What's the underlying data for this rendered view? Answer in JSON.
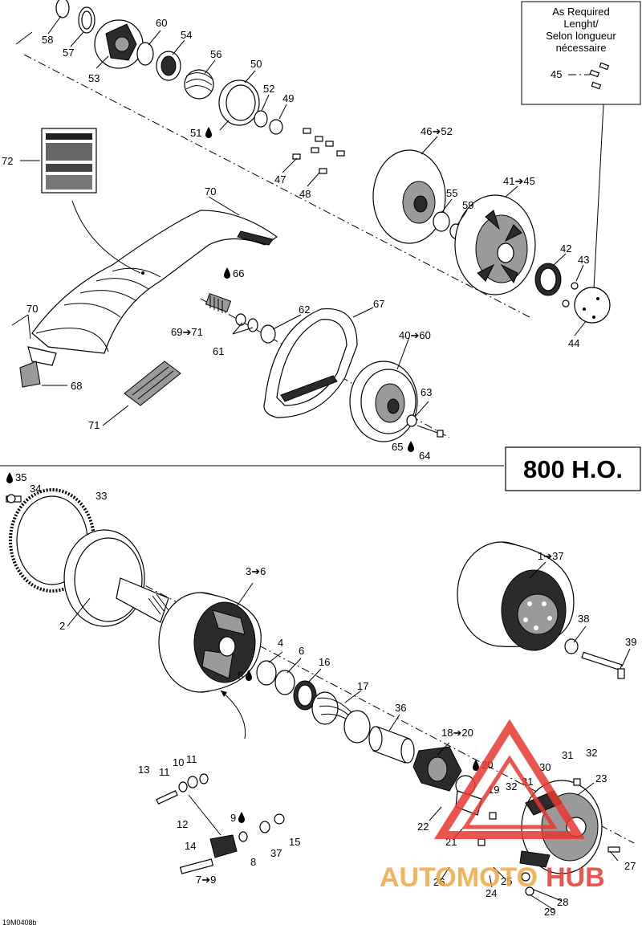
{
  "note_box": {
    "line1": "As Required",
    "line2": "Lenght/",
    "line3": "Selon longueur",
    "line4": "nécessaire",
    "item": "45"
  },
  "model_badge": "800 H.O.",
  "drawing_code": "19M0408b",
  "watermark": {
    "part1": "AUTOMOTO",
    "part2": "HUB",
    "color": "#e8382e",
    "accent": "#f0a640"
  },
  "callouts": [
    {
      "text": "58"
    },
    {
      "text": "57"
    },
    {
      "text": "53"
    },
    {
      "text": "60"
    },
    {
      "text": "54"
    },
    {
      "text": "56"
    },
    {
      "text": "50"
    },
    {
      "text": "52"
    },
    {
      "text": "49"
    },
    {
      "text": "51"
    },
    {
      "text": "72"
    },
    {
      "text": "47"
    },
    {
      "text": "48"
    },
    {
      "text": "46➔52"
    },
    {
      "text": "41➔45"
    },
    {
      "text": "55"
    },
    {
      "text": "59"
    },
    {
      "text": "70"
    },
    {
      "text": "42"
    },
    {
      "text": "43"
    },
    {
      "text": "44"
    },
    {
      "text": "66"
    },
    {
      "text": "67"
    },
    {
      "text": "62"
    },
    {
      "text": "70"
    },
    {
      "text": "69➔71"
    },
    {
      "text": "61"
    },
    {
      "text": "40➔60"
    },
    {
      "text": "68"
    },
    {
      "text": "63"
    },
    {
      "text": "71"
    },
    {
      "text": "65"
    },
    {
      "text": "64"
    },
    {
      "text": "35"
    },
    {
      "text": "34"
    },
    {
      "text": "33"
    },
    {
      "text": "3➔6"
    },
    {
      "text": "1➔37"
    },
    {
      "text": "2"
    },
    {
      "text": "4"
    },
    {
      "text": "6"
    },
    {
      "text": "16"
    },
    {
      "text": "38"
    },
    {
      "text": "39"
    },
    {
      "text": "5"
    },
    {
      "text": "17"
    },
    {
      "text": "36"
    },
    {
      "text": "18➔20"
    },
    {
      "text": "13"
    },
    {
      "text": "11"
    },
    {
      "text": "10"
    },
    {
      "text": "11"
    },
    {
      "text": "31"
    },
    {
      "text": "32"
    },
    {
      "text": "20"
    },
    {
      "text": "30"
    },
    {
      "text": "23"
    },
    {
      "text": "19"
    },
    {
      "text": "32"
    },
    {
      "text": "31"
    },
    {
      "text": "12"
    },
    {
      "text": "9"
    },
    {
      "text": "22"
    },
    {
      "text": "14"
    },
    {
      "text": "8"
    },
    {
      "text": "37"
    },
    {
      "text": "15"
    },
    {
      "text": "21"
    },
    {
      "text": "7➔9"
    },
    {
      "text": "26"
    },
    {
      "text": "24"
    },
    {
      "text": "25"
    },
    {
      "text": "27"
    },
    {
      "text": "28"
    },
    {
      "text": "29"
    }
  ]
}
